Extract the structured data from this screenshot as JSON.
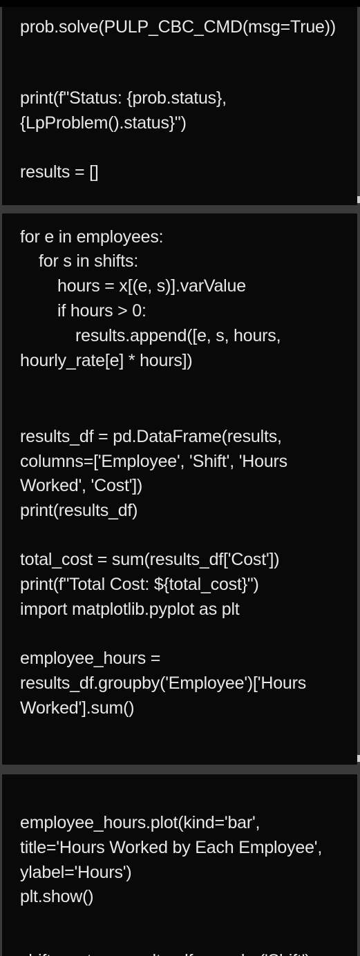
{
  "code": {
    "block1": [
      "prob.solve(PULP_CBC_CMD(msg=True))",
      "print(f\"Status: {prob.status},",
      "{LpProblem().status}\")",
      "results = []"
    ],
    "block2": [
      "for e in employees:",
      "for s in shifts:",
      "hours = x[(e, s)].varValue",
      "if hours > 0:",
      "results.append([e, s, hours,",
      "hourly_rate[e] * hours])",
      "results_df = pd.DataFrame(results,",
      "columns=['Employee', 'Shift', 'Hours",
      "Worked', 'Cost'])",
      "print(results_df)",
      "total_cost = sum(results_df['Cost'])",
      "print(f\"Total Cost: ${total_cost}\")",
      "import matplotlib.pyplot as plt",
      "employee_hours =",
      "results_df.groupby('Employee')['Hours",
      "Worked'].sum()"
    ],
    "block3": [
      "employee_hours.plot(kind='bar',",
      "title='Hours Worked by Each Employee',",
      "ylabel='Hours')",
      "plt.show()",
      "shift_costs = results_df.groupby('Shift')"
    ]
  }
}
